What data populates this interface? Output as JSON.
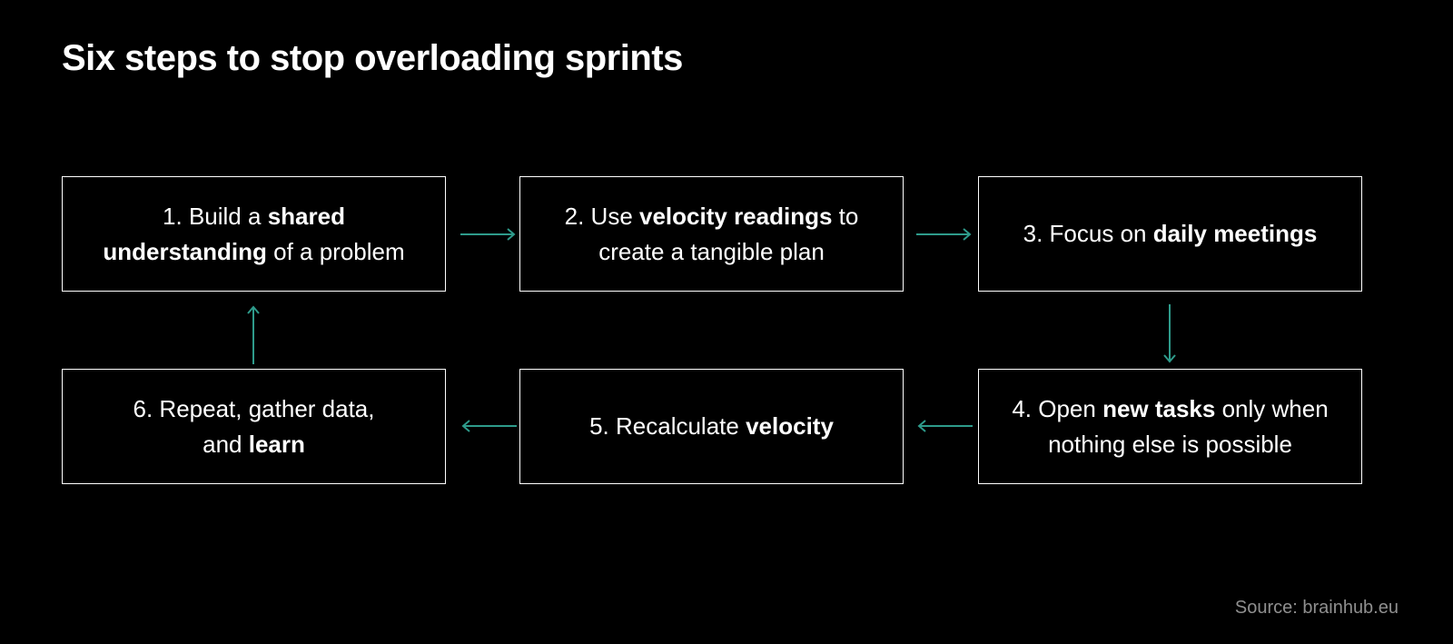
{
  "title": "Six steps to stop overloading sprints",
  "source": "Source: brainhub.eu",
  "colors": {
    "background": "#000000",
    "box_background": "#000000",
    "box_border": "#ffffff",
    "text": "#ffffff",
    "arrow": "#2e9b8b",
    "source_text": "#8f8f8f"
  },
  "diagram": {
    "type": "flowchart-cycle",
    "steps": [
      {
        "full_text": "1. Build a shared understanding of a problem",
        "bold_phrase": "shared understanding",
        "lines": [
          {
            "segments": [
              {
                "t": "1. Build a ",
                "b": false
              },
              {
                "t": "shared",
                "b": true
              }
            ]
          },
          {
            "segments": [
              {
                "t": "understanding",
                "b": true
              },
              {
                "t": " of a problem",
                "b": false
              }
            ]
          }
        ]
      },
      {
        "full_text": "2. Use velocity readings to create a tangible plan",
        "bold_phrase": "velocity readings",
        "lines": [
          {
            "segments": [
              {
                "t": "2. Use ",
                "b": false
              },
              {
                "t": "velocity readings",
                "b": true
              },
              {
                "t": " to",
                "b": false
              }
            ]
          },
          {
            "segments": [
              {
                "t": "create a tangible plan",
                "b": false
              }
            ]
          }
        ]
      },
      {
        "full_text": "3. Focus on daily meetings",
        "bold_phrase": "daily meetings",
        "lines": [
          {
            "segments": [
              {
                "t": "3. Focus on ",
                "b": false
              },
              {
                "t": "daily meetings",
                "b": true
              }
            ]
          }
        ]
      },
      {
        "full_text": "4. Open new tasks only when nothing else is possible",
        "bold_phrase": "new tasks",
        "lines": [
          {
            "segments": [
              {
                "t": "4. Open ",
                "b": false
              },
              {
                "t": "new tasks",
                "b": true
              },
              {
                "t": " only when",
                "b": false
              }
            ]
          },
          {
            "segments": [
              {
                "t": "nothing else is possible",
                "b": false
              }
            ]
          }
        ]
      },
      {
        "full_text": "5. Recalculate velocity",
        "bold_phrase": "velocity",
        "lines": [
          {
            "segments": [
              {
                "t": "5. Recalculate ",
                "b": false
              },
              {
                "t": "velocity",
                "b": true
              }
            ]
          }
        ]
      },
      {
        "full_text": "6. Repeat, gather data, and learn",
        "bold_phrase": "learn",
        "lines": [
          {
            "segments": [
              {
                "t": "6. Repeat, gather data,",
                "b": false
              }
            ]
          },
          {
            "segments": [
              {
                "t": "and ",
                "b": false
              },
              {
                "t": "learn",
                "b": true
              }
            ]
          }
        ]
      }
    ],
    "connections": [
      {
        "from": 1,
        "to": 2,
        "direction": "right"
      },
      {
        "from": 2,
        "to": 3,
        "direction": "right"
      },
      {
        "from": 3,
        "to": 4,
        "direction": "down"
      },
      {
        "from": 4,
        "to": 5,
        "direction": "left"
      },
      {
        "from": 5,
        "to": 6,
        "direction": "left"
      },
      {
        "from": 6,
        "to": 1,
        "direction": "up"
      }
    ]
  }
}
